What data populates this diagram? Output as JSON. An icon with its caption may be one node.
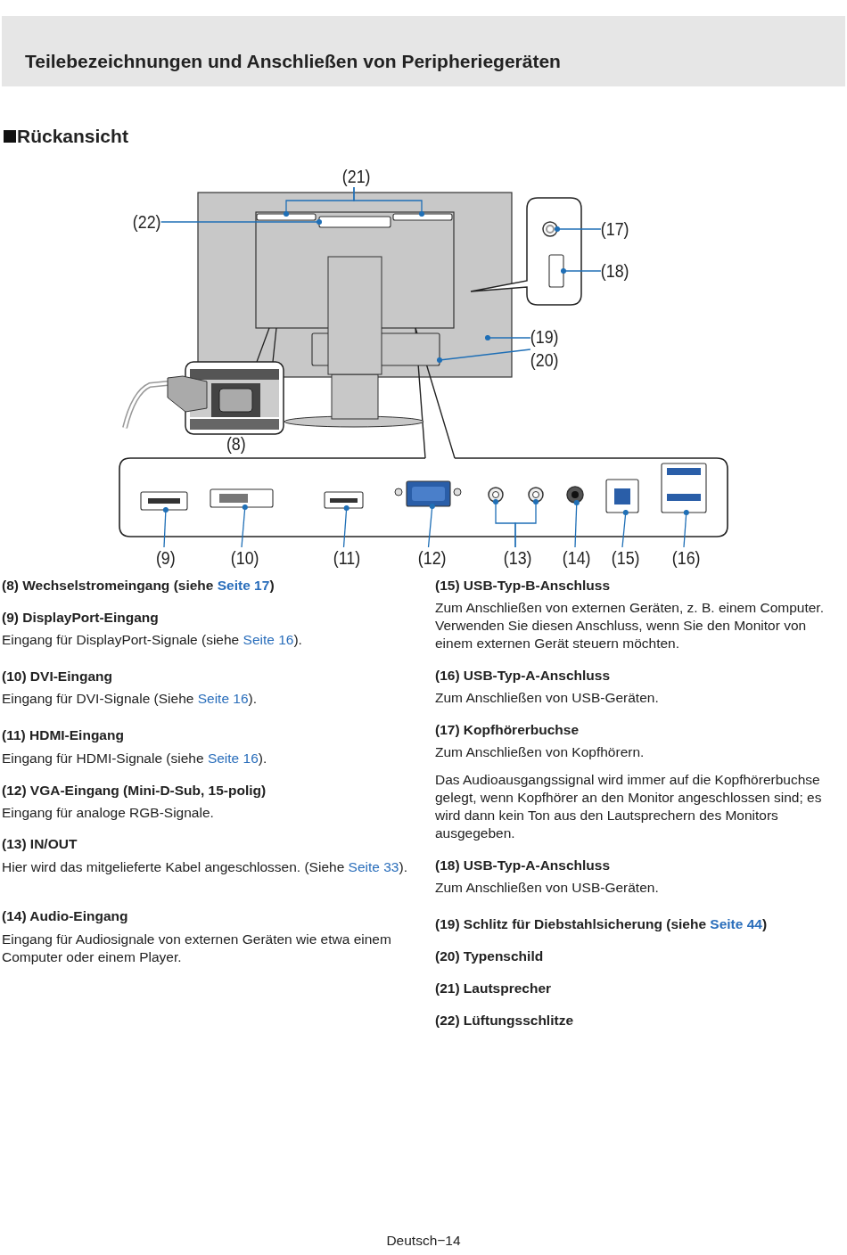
{
  "diagram": {
    "title": "Teilebezeichnungen und Anschließen von Peripheriegeräten",
    "nodes": [
      {
        "text": [
          "(21)"
        ]
      },
      {
        "text": [],
        "shape": "box"
      },
      {
        "text": [],
        "shape": "box"
      },
      {
        "text": [
          "(22)"
        ]
      },
      {
        "text": [],
        "shape": "box"
      },
      {
        "text": [
          "(17)"
        ]
      },
      {
        "text": [],
        "shape": "circle"
      },
      {
        "text": [
          "(18)"
        ]
      },
      {
        "text": [],
        "shape": "box"
      },
      {
        "text": [
          "(19)"
        ]
      },
      {
        "text": [
          "(20)"
        ]
      },
      {
        "text": [],
        "shape": "box"
      },
      {
        "text": [
          "(9)"
        ]
      },
      {
        "text": [],
        "shape": "box"
      },
      {
        "text": [
          "(10)"
        ]
      },
      {
        "text": [],
        "shape": "box"
      },
      {
        "text": [
          "(11)"
        ]
      },
      {
        "text": [],
        "shape": "box"
      },
      {
        "text": [
          "(12)"
        ]
      },
      {
        "text": [],
        "shape": "box"
      },
      {
        "text": [
          "(13)"
        ]
      },
      {
        "text": [],
        "shape": "circle"
      },
      {
        "text": [],
        "shape": "circle"
      },
      {
        "text": [
          "(14)"
        ]
      },
      {
        "text": [],
        "shape": "circle"
      },
      {
        "text": [
          "(15)"
        ]
      },
      {
        "text": [],
        "shape": "box"
      },
      {
        "text": [
          "(16)"
        ]
      },
      {
        "text": [],
        "shape": "box"
      }
    ],
    "edges": [
      {
        "from": 0,
        "to": 1,
        "arrow": "other"
      },
      {
        "from": 0,
        "to": 2,
        "arrow": "other"
      },
      {
        "from": 3,
        "to": 4,
        "arrow": "other"
      },
      {
        "from": 5,
        "to": 6,
        "arrow": "other"
      },
      {
        "from": 7,
        "to": 8,
        "arrow": "other"
      },
      {
        "from": 9,
        "to": null,
        "arrow": "other"
      },
      {
        "from": 10,
        "to": 11,
        "arrow": "other"
      },
      {
        "from": 12,
        "to": 13,
        "arrow": "other"
      },
      {
        "from": 14,
        "to": 15,
        "arrow": "other"
      },
      {
        "from": 16,
        "to": 17,
        "arrow": "other"
      },
      {
        "from": 18,
        "to": 19,
        "arrow": "other"
      },
      {
        "from": 20,
        "to": 21,
        "arrow": "other"
      },
      {
        "from": 20,
        "to": 22,
        "arrow": "other"
      },
      {
        "from": 23,
        "to": 24,
        "arrow": "other"
      },
      {
        "from": 25,
        "to": 26,
        "arrow": "other"
      },
      {
        "from": 27,
        "to": 28,
        "arrow": "other"
      }
    ],
    "labels": [
      "Rückansicht",
      "(8)",
      "(8) Wechselstromeingang (siehe",
      "Seite 17",
      ")",
      "(9) DisplayPort-Eingang",
      "Eingang für DisplayPort-Signale (siehe",
      "Seite 16",
      ").",
      "(10) DVI-Eingang",
      "Eingang für DVI-Signale (Siehe",
      "Seite 16",
      ").",
      "(11) HDMI-Eingang",
      "Eingang für HDMI-Signale (siehe",
      "Seite 16",
      ").",
      "(12) VGA-Eingang (Mini-D-Sub, 15-polig)",
      "Eingang für analoge RGB-Signale.",
      "(13) IN/OUT",
      "Hier wird das mitgelieferte Kabel angeschlossen. (Siehe",
      "Seite 33",
      ").",
      "(14) Audio-Eingang",
      "Eingang für Audiosignale von externen Geräten wie etwa einem Computer oder einem Player.",
      "(15) USB-Typ-B-Anschluss",
      "Zum Anschließen von externen Geräten, z. B. einem Computer. Verwenden Sie diesen Anschluss, wenn Sie den Monitor von einem externen Gerät steuern möchten.",
      "(16) USB-Typ-A-Anschluss",
      "Zum Anschließen von USB-Geräten.",
      "(17) Kopfhörerbuchse",
      "Zum Anschließen von Kopfhörern.",
      "Das Audioausgangssignal wird immer auf die Kopfhörerbuchse gelegt, wenn Kopfhörer an den Monitor angeschlossen sind; es wird dann kein Ton aus den Lautsprechern des Monitors ausgegeben.",
      "(18) USB-Typ-A-Anschluss",
      "Zum Anschließen von USB-Geräten.",
      "(19) Schlitz für Diebstahlsicherung (siehe",
      "Seite 44",
      ")",
      "(20) Typenschild",
      "(21) Lautsprecher",
      "(22) Lüftungsschlitze",
      "Deutsch−14"
    ]
  }
}
